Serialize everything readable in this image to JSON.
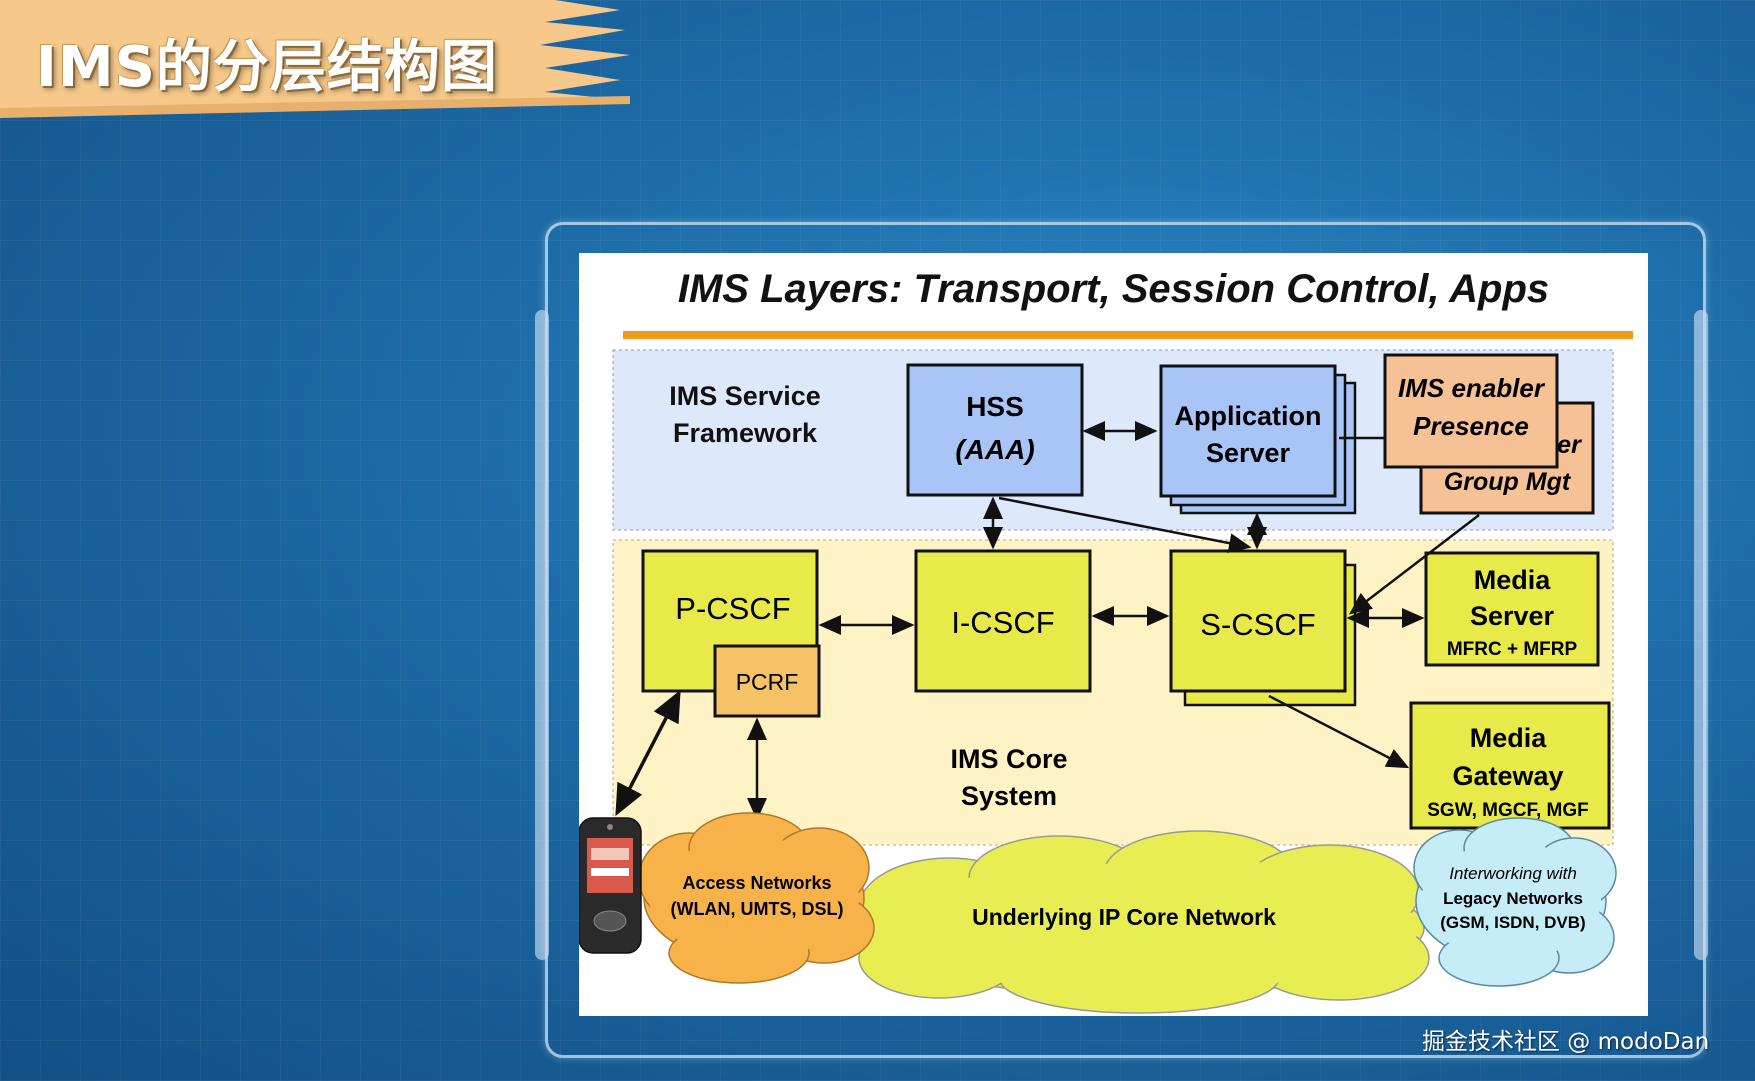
{
  "banner": {
    "title": "IMS的分层结构图"
  },
  "slide": {
    "title": "IMS Layers: Transport, Session Control, Apps",
    "service_framework": {
      "line1": "IMS Service",
      "line2": "Framework"
    },
    "core_system": {
      "line1": "IMS Core",
      "line2": "System"
    },
    "hss": {
      "line1": "HSS",
      "line2": "(AAA)"
    },
    "app_server": {
      "line1": "Application",
      "line2": "Server"
    },
    "enabler_front": {
      "line1": "IMS enabler",
      "line2": "Presence"
    },
    "enabler_back": {
      "line1": "er",
      "line2": "Group Mgt"
    },
    "pcscf": "P-CSCF",
    "pcrf": "PCRF",
    "icscf": "I-CSCF",
    "scscf": "S-CSCF",
    "media_server": {
      "line1": "Media",
      "line2": "Server",
      "line3": "MFRC + MFRP"
    },
    "media_gateway": {
      "line1": "Media",
      "line2": "Gateway",
      "line3": "SGW, MGCF, MGF"
    },
    "access_networks": {
      "line1": "Access Networks",
      "line2": "(WLAN, UMTS, DSL)"
    },
    "ip_core": "Underlying IP Core Network",
    "legacy": {
      "line1": "Interworking with",
      "line2": "Legacy Networks",
      "line3": "(GSM, ISDN, DVB)"
    }
  },
  "watermark": "掘金技术社区 @ modoDan",
  "colors": {
    "background": "#1c6aa6",
    "banner": "#f6c98a",
    "accent_line": "#f39a1a",
    "service_box": "#a9c4f7",
    "core_box": "#e8ea4a",
    "pcrf_box": "#f5c265",
    "enabler_box": "#f7c196",
    "access_cloud": "#f8b24a",
    "ip_cloud": "#e8ee52",
    "legacy_cloud": "#c6ecf8"
  }
}
